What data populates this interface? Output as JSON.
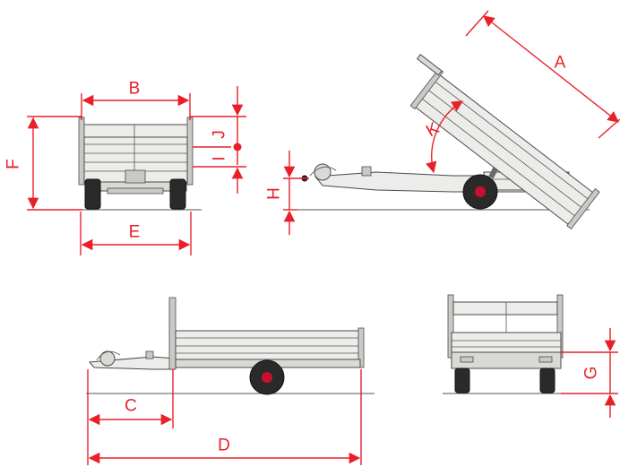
{
  "labels": {
    "A": "A",
    "B": "B",
    "C": "C",
    "D": "D",
    "E": "E",
    "F": "F",
    "G": "G",
    "H": "H",
    "I": "I",
    "J": "J",
    "K": "K"
  },
  "colors": {
    "dimension": "#e8202a",
    "outline": "#4a4a4a",
    "panel": "#ececea",
    "tire": "#2a2a2a",
    "wheel_hub": "#c8102e"
  }
}
